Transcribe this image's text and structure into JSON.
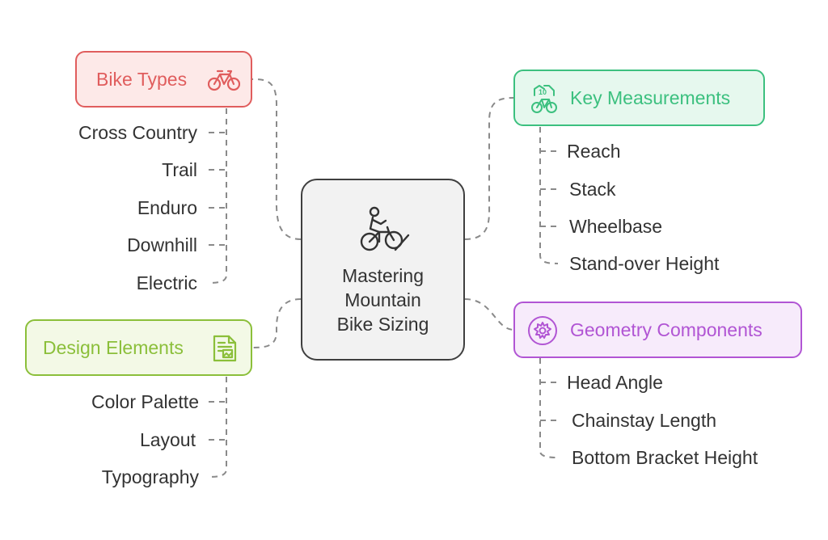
{
  "center": {
    "title": "Mastering\nMountain\nBike Sizing",
    "icon": "mountain-biker-icon"
  },
  "branches": {
    "bike_types": {
      "label": "Bike Types",
      "icon": "bicycle-icon",
      "color": "#e05d5d",
      "fill": "#fde9e8",
      "items": [
        "Cross Country",
        "Trail",
        "Enduro",
        "Downhill",
        "Electric"
      ]
    },
    "design_elements": {
      "label": "Design Elements",
      "icon": "document-image-icon",
      "color": "#8bbf3a",
      "fill": "#f3f9e6",
      "items": [
        "Color Palette",
        "Layout",
        "Typography"
      ]
    },
    "key_measurements": {
      "label": "Key Measurements",
      "icon": "bike-measure-icon",
      "color": "#3cc07f",
      "fill": "#e6f8ee",
      "items": [
        "Reach",
        "Stack",
        "Wheelbase",
        "Stand-over Height"
      ]
    },
    "geometry_components": {
      "label": "Geometry Components",
      "icon": "gear-icon",
      "color": "#b155d4",
      "fill": "#f7ebfb",
      "items": [
        "Head Angle",
        "Chainstay Length",
        "Bottom Bracket Height"
      ]
    }
  },
  "connector_color": "#8a8a8a"
}
